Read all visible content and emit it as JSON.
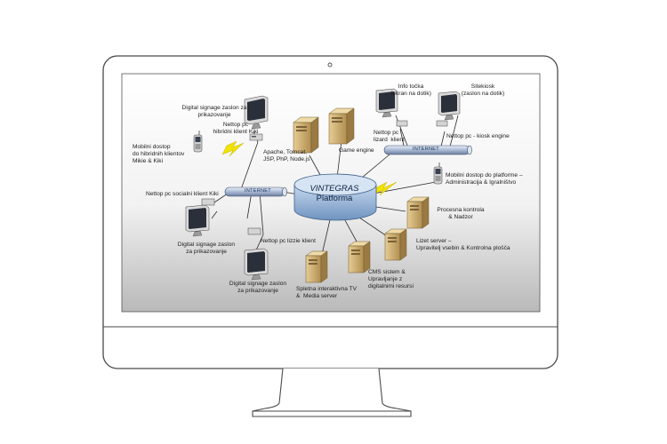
{
  "platform": {
    "title": "VINTEGRAS",
    "subtitle": "Platforma"
  },
  "buses": {
    "left": "INTERNET",
    "right": "INTERNET"
  },
  "labels": {
    "digital_signage_top": "Digital signage zaslon za\nprikazovanje",
    "nettop_hybrid": "Nettop pc\nhibridni klient Kiki",
    "mobile_hybrid": "Mobilni dostop\ndo hibridnih klientov\nMikie & Kiki",
    "apache": "Apache, Tomcat,\nJSP, PhP, Node.js",
    "game_engine": "Game engine",
    "info_tocka": "Info točka\n(ekran na dotik)",
    "sitekiosk": "Sitekiosk\n(zaslon na dotik)",
    "nettop_lizard": "Nettop pc\nlizard  klient",
    "nettop_kiosk": "Nettop pc - kiosk engine",
    "nettop_social": "Nettop pc socialni klient Kiki",
    "mobile_admin": "Mobilni dostop do platforme –\nAdministracija & Igralništvo",
    "procesna": "Procesna kontrola\n& Nadzor",
    "digital_signage_left": "Digital signage zaslon\nza prikazovanje",
    "nettop_lizzie": "Nettop pc lizzie klient",
    "lizet": "Lizet server –\nUpravitelj vsebin & Kontrolna plošča",
    "digital_signage_bottom": "Digital signage zaslon\nza prikazovanje",
    "cms": "CMS sistem &\nUpravljanje z\ndigitalnimi resursi",
    "spletna": "Spletna interaktivna TV\n&  Media server"
  }
}
